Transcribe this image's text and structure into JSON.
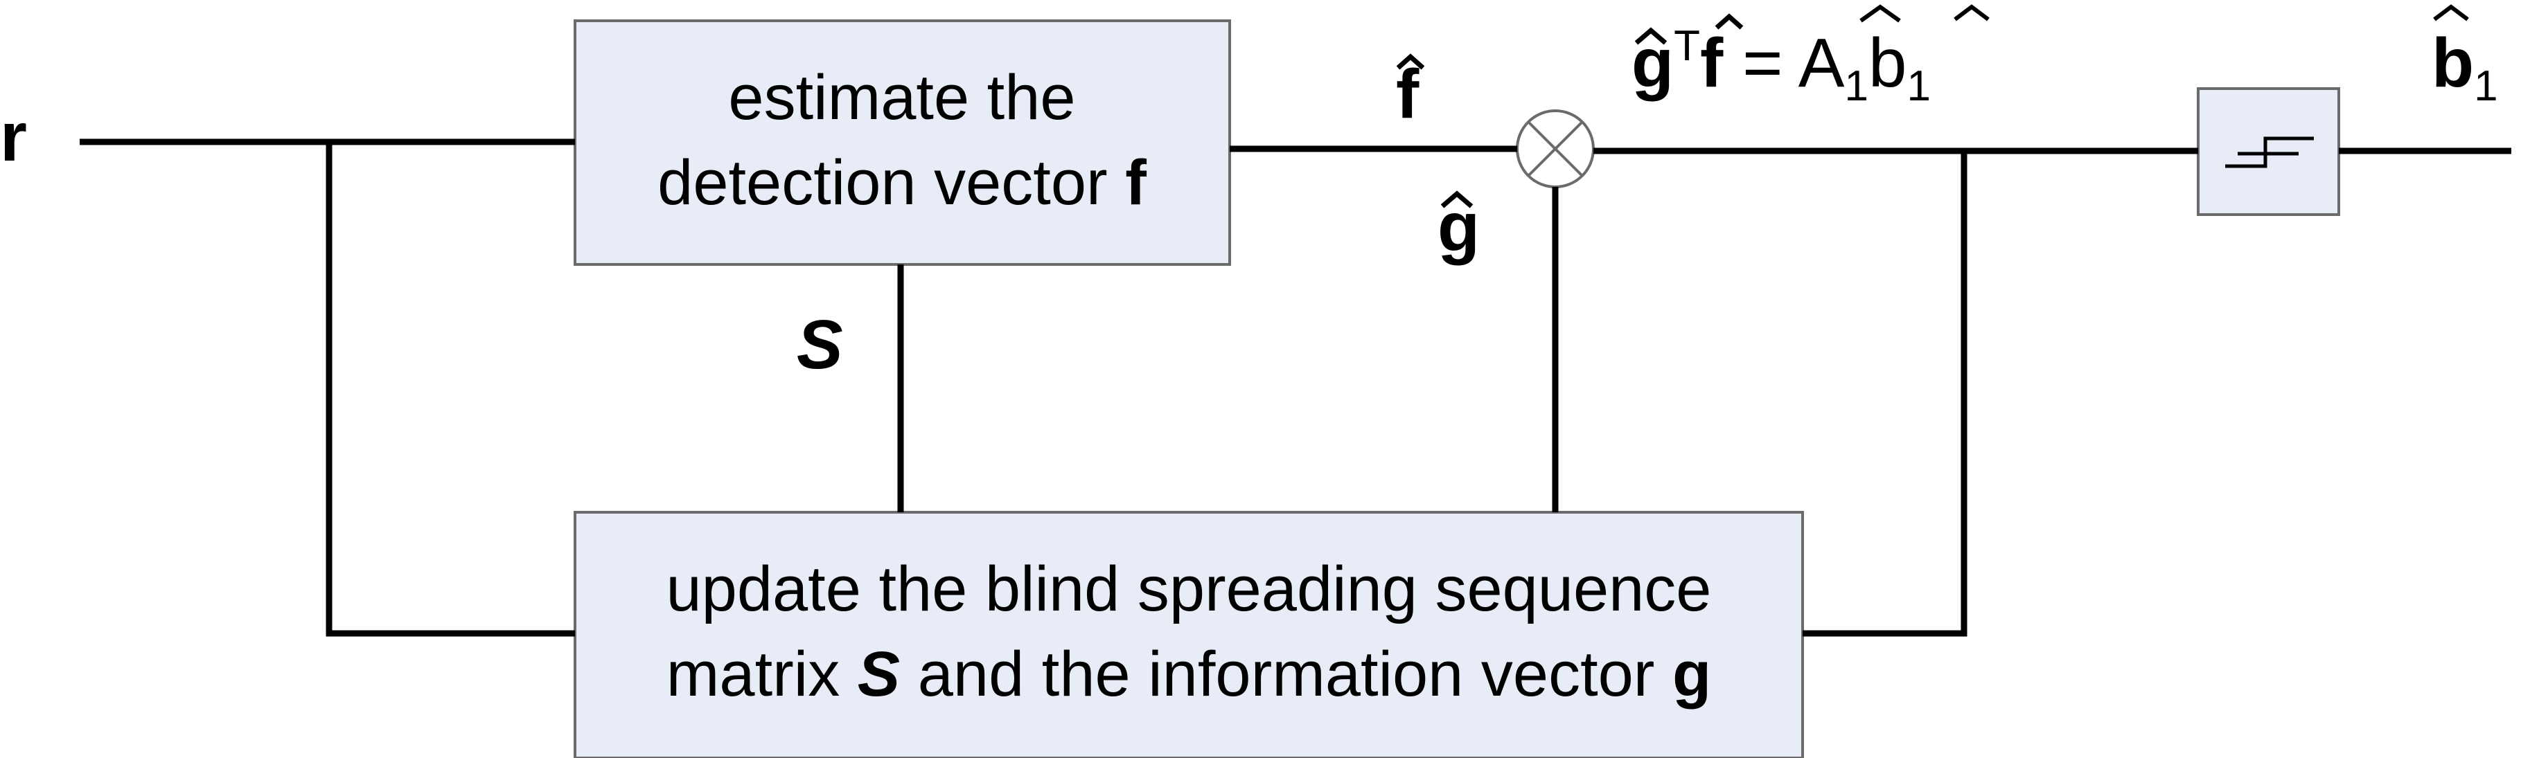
{
  "colors": {
    "block_fill": "#E8ECF6",
    "block_stroke": "#6B6B6B",
    "line": "#000000"
  },
  "blocks": {
    "estimate": {
      "line1": "estimate the",
      "line2": "detection vector ",
      "line2_bold": "f"
    },
    "update": {
      "line1": "update the blind spreading sequence",
      "line2_a": "matrix ",
      "line2_S": "S",
      "line2_b": " and the information vector ",
      "line2_g": "g"
    },
    "quantizer": {
      "icon": "step-function-icon"
    },
    "multiplier": {
      "icon": "multiply-circle-icon"
    }
  },
  "labels": {
    "input": "r",
    "S_feedback": "S",
    "f_hat": "f",
    "g_hat": "g",
    "product_g": "g",
    "product_T": "T",
    "product_f": "f",
    "product_eq": " = ",
    "product_A": "A",
    "product_A_sub": "1",
    "product_b": "b",
    "product_b_sub": "1",
    "output_b": "b",
    "output_b_sub": "1"
  }
}
